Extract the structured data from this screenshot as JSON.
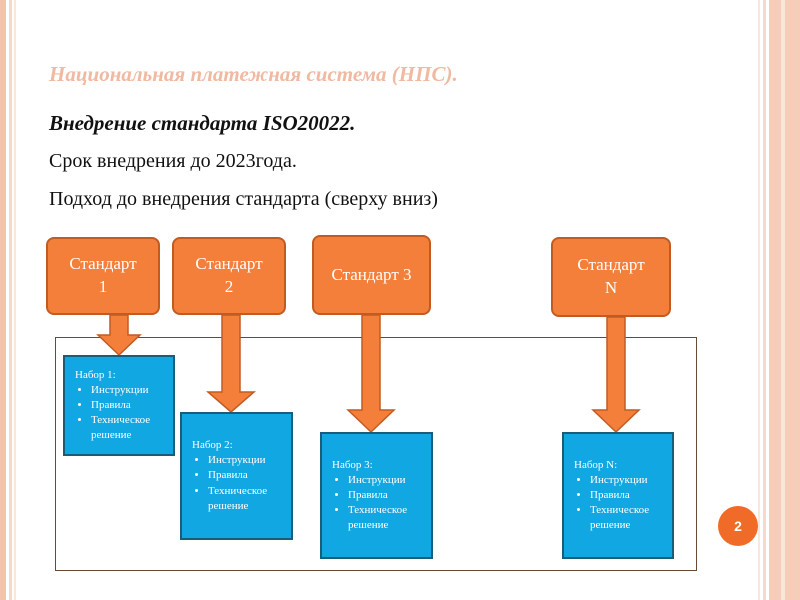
{
  "slide": {
    "title": "Национальная платежная система (НПС).",
    "subtitle": "Внедрение стандарта ISO20022.",
    "line1": "Срок внедрения до 2023года.",
    "line2": "Подход до внедрения стандарта (сверху вниз)",
    "page_number": "2"
  },
  "standards": [
    {
      "label": "Стандарт\n1"
    },
    {
      "label": "Стандарт\n2"
    },
    {
      "label": "Стандарт 3"
    },
    {
      "label": "Стандарт\nN"
    }
  ],
  "sets": [
    {
      "title": "Набор 1:",
      "items": [
        "Инструкции",
        "Правила",
        "Техническое решение"
      ]
    },
    {
      "title": "Набор 2:",
      "items": [
        "Инструкции",
        "Правила",
        "Техническое решение"
      ]
    },
    {
      "title": "Набор 3:",
      "items": [
        "Инструкции",
        "Правила",
        "Техническое решение"
      ]
    },
    {
      "title": "Набор N:",
      "items": [
        "Инструкции",
        "Правила",
        "Техническое решение"
      ]
    }
  ],
  "colors": {
    "standard_fill": "#f47f3b",
    "set_fill": "#11a7e2",
    "arrow_fill": "#f47f3b",
    "title_color": "#f0b9a2"
  }
}
